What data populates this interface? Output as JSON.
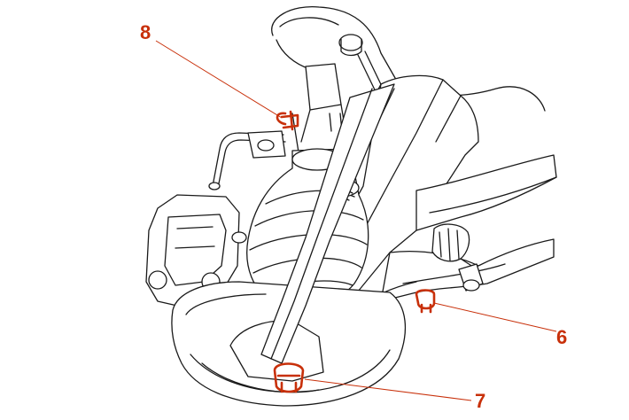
{
  "colors": {
    "accent": "#c8300a",
    "line": "#1a1a1a",
    "background": "#ffffff"
  },
  "callouts": [
    {
      "id": "8",
      "label": "8"
    },
    {
      "id": "6",
      "label": "6"
    },
    {
      "id": "7",
      "label": "7"
    }
  ]
}
